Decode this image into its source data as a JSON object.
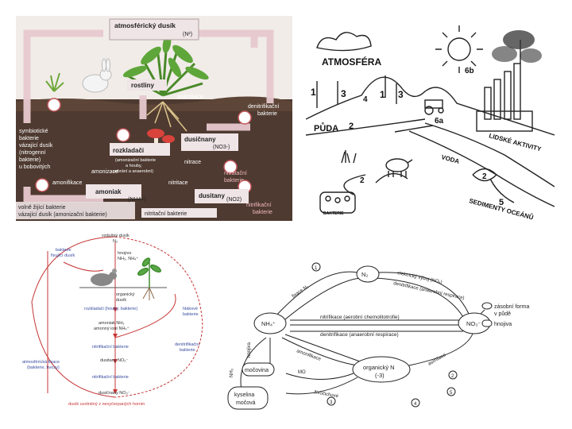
{
  "panel_a": {
    "atmos_title": "atmosférický dusík",
    "atmos_sub": "(N²)",
    "rostliny": "rostliny",
    "asimilace": "asimilace",
    "denitrif": "denitrifikační",
    "denitrif2": "bakterie",
    "symb1": "symbiotické",
    "symb2": "bakterie",
    "symb3": "vázající dusík",
    "symb4": "(nitrogenní",
    "symb5": "bakterie)",
    "symb6": "u bobovitých",
    "rozkladaci": "rozkladači",
    "rozk_sub1": "(amonizační bakterie",
    "rozk_sub2": "a houby,",
    "rozk_sub3": "sebrání a anaerobní)",
    "dusicnany": "dusičnany",
    "no3": "(NO3-)",
    "nitrace": "nitrace",
    "amonizace": "amonizace",
    "amonifikace": "amonifikace",
    "amoniak": "amoniak",
    "nh4": "(NH4+)",
    "nitritace": "nitritace",
    "nitrat1": "nitratační",
    "nitrat2": "bakterie",
    "dusitany": "dusitany",
    "no2": "(NO2)",
    "nitrif1": "nitrifikační",
    "nitrif2": "bakterie",
    "volne1": "volně žijící bakterie",
    "volne2": "vázající dusík (amonizační bakterie)",
    "nitritacni": "nitritační bakterie"
  },
  "panel_b": {
    "atmosfera": "ATMOSFÉRA",
    "puda": "PŮDA",
    "lidske": "LIDSKÉ AKTIVITY",
    "voda": "VODA",
    "sedimenty": "SEDIMENTY OCEÁNŮ",
    "bakterie": "BAKTERIE",
    "n1": "1",
    "n3": "3",
    "n4": "4",
    "n1b": "1",
    "n3b": "3",
    "n6b": "6b",
    "n6a": "6a",
    "n2a": "2",
    "n2b": "2",
    "n2c": "2",
    "n5": "5"
  },
  "panel_c": {
    "vzdusny1": "vzdušný dusík",
    "vzdusny2": "N₂",
    "bakt1": "bakterie",
    "bakt2": "fixující dusík",
    "hnojivo1": "hnojivo",
    "hnojivo2": "NH₃, NH₄⁺",
    "org1": "organický",
    "org2": "dusík",
    "rozk": "rozkladači (houby, bakterie)",
    "hlak1": "hlákové",
    "hlak2": "bakterie",
    "amon1": "amoniak NH₃",
    "amon2": "amonný iont NH₄⁺",
    "nitrif": "nitrifikační bakterie",
    "atm1": "atmosférická fixace",
    "atm2": "(bakterie, hvozy)",
    "denit1": "denitrifikační",
    "denit2": "bakterie",
    "dusitany": "dusitany NO₂⁻",
    "nitrif2": "nitrifikační bakterie",
    "dusicnany": "dusičnany NO₃⁻",
    "bottom": "dusík uvolněný z nevyčerpaných hornin"
  },
  "panel_d": {
    "n2": "N₂",
    "nh4": "NH₄⁺",
    "no3": "NO₃⁻",
    "org1": "organický N",
    "org2": "(-3)",
    "mocovina": "močovina",
    "kys1": "kyselina",
    "kys2": "močová",
    "nitrifikace": "nitrifikace (aerobní chemolitotrofie)",
    "denitrifikace": "denitrifikace (anaerobní respirace)",
    "elektr": "elektrický výboj (NOₓ)",
    "denit_top": "denitrifikace (anaerobní respirace)",
    "fixace": "fixace N₂",
    "asim": "asimilace",
    "amonif": "amonifikace",
    "zivocichove": "živočichové",
    "mo": "MO",
    "hnoj": "hnojiva",
    "nh3": "NH₃",
    "legend1": "zásobní forma",
    "legend2": "v půdě",
    "legend3": "hnojiva",
    "c1": "1",
    "c2": "2",
    "c3": "3",
    "c4": "4",
    "c5": "5"
  }
}
